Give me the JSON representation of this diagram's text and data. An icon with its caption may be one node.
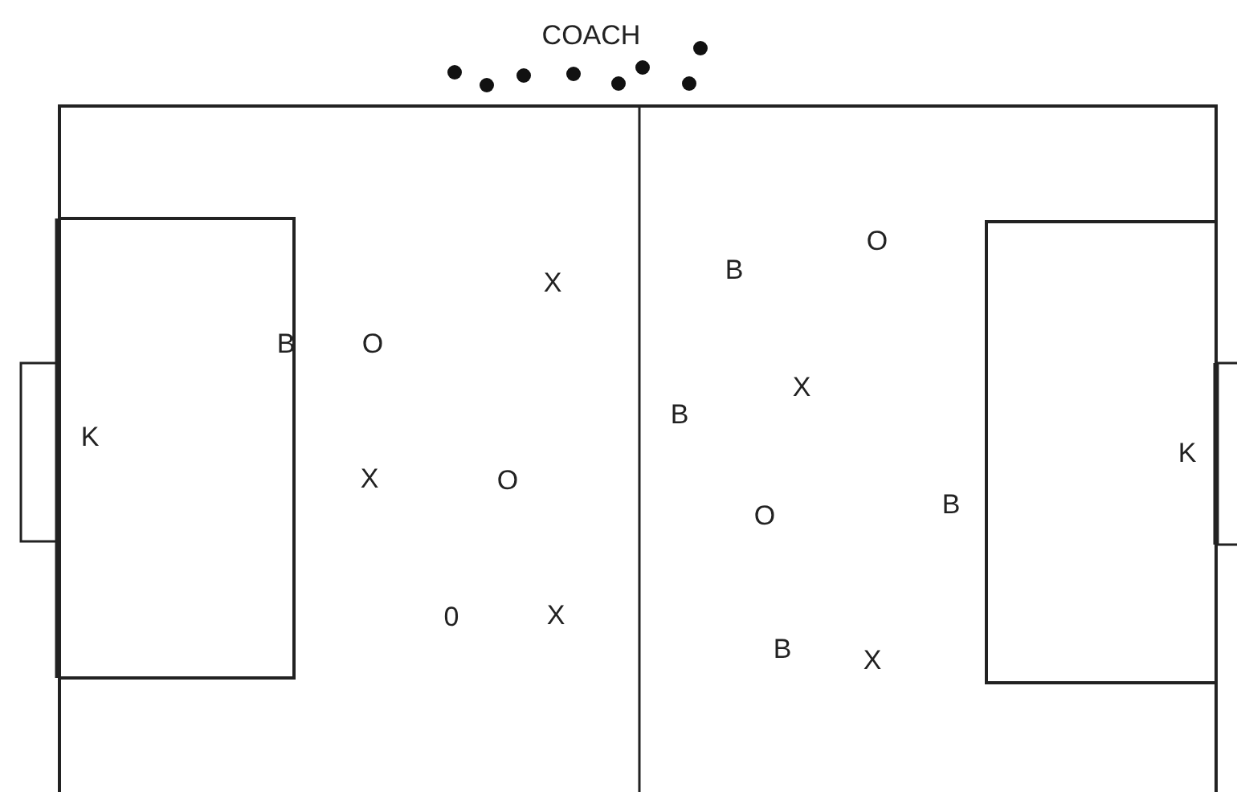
{
  "diagram": {
    "labels": [
      "COACH",
      "O",
      "B",
      "X",
      "B",
      "O",
      "X",
      "B",
      "K",
      "K",
      "X",
      "O",
      "B",
      "O",
      "X",
      "0",
      "B",
      "X"
    ]
  }
}
